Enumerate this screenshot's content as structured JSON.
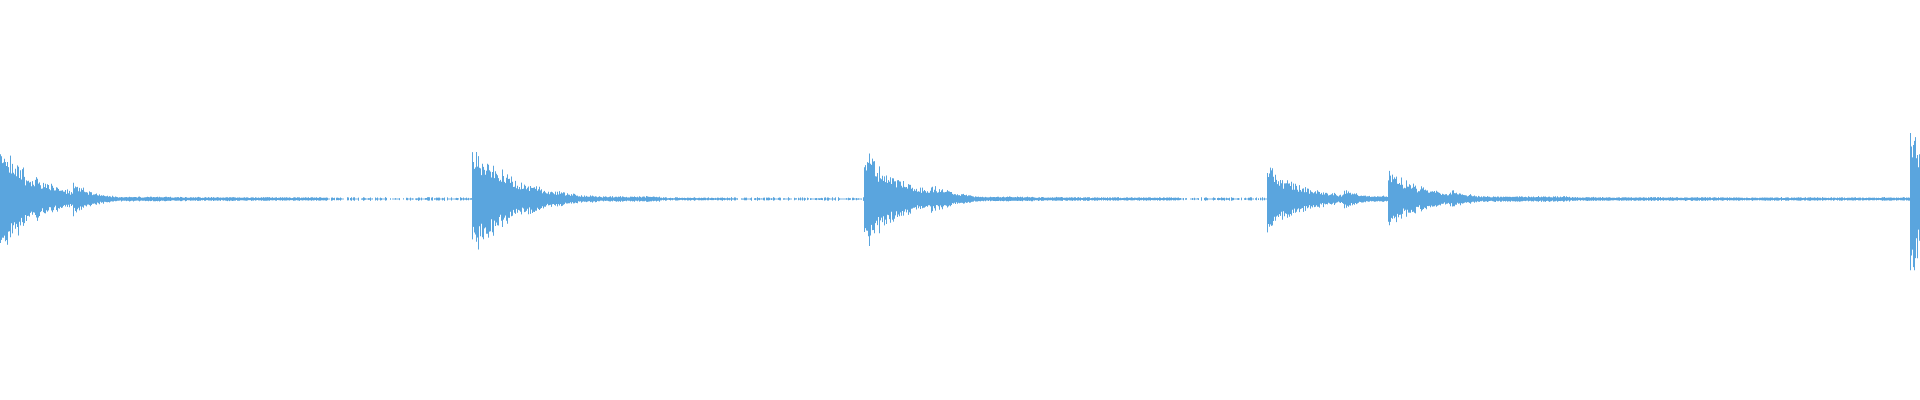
{
  "waveform": {
    "color": "#5aa5de",
    "duration_fraction_note_free": true,
    "peak_range": [
      -1,
      1
    ],
    "bursts": [
      {
        "t": 0.0,
        "amp": 0.58,
        "decay": 0.02,
        "tail_amp": 0.05,
        "tail_len": 0.008
      },
      {
        "t": 0.038,
        "amp": 0.18,
        "decay": 0.012,
        "tail_amp": 0.03,
        "tail_len": 0.085
      },
      {
        "t": 0.246,
        "amp": 0.6,
        "decay": 0.022,
        "tail_amp": 0.06,
        "tail_len": 0.01
      },
      {
        "t": 0.29,
        "amp": 0.1,
        "decay": 0.01,
        "tail_amp": 0.025,
        "tail_len": 0.05
      },
      {
        "t": 0.45,
        "amp": 0.55,
        "decay": 0.02,
        "tail_amp": 0.05,
        "tail_len": 0.008
      },
      {
        "t": 0.485,
        "amp": 0.16,
        "decay": 0.015,
        "tail_amp": 0.03,
        "tail_len": 0.07
      },
      {
        "t": 0.66,
        "amp": 0.35,
        "decay": 0.02,
        "tail_amp": 0.06,
        "tail_len": 0.03
      },
      {
        "t": 0.7,
        "amp": 0.12,
        "decay": 0.01,
        "tail_amp": 0.03,
        "tail_len": 0.015
      },
      {
        "t": 0.723,
        "amp": 0.3,
        "decay": 0.02,
        "tail_amp": 0.06,
        "tail_len": 0.015
      },
      {
        "t": 0.74,
        "amp": 0.16,
        "decay": 0.012,
        "tail_amp": 0.03,
        "tail_len": 0.015
      },
      {
        "t": 0.755,
        "amp": 0.1,
        "decay": 0.015,
        "tail_amp": 0.025,
        "tail_len": 0.22
      },
      {
        "t": 0.995,
        "amp": 0.95,
        "decay": 0.01,
        "tail_amp": 0.1,
        "tail_len": 0.005
      }
    ],
    "noise_floor": 0.015
  }
}
